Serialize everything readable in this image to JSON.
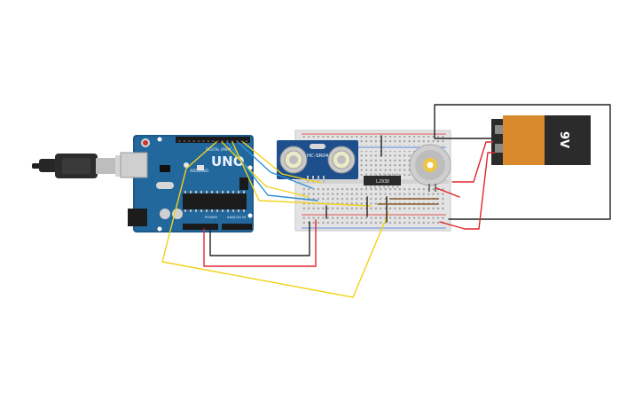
{
  "canvas": {
    "background": "#ffffff"
  },
  "arduino": {
    "brand_label": "ARDUINO",
    "model_label": "UNO",
    "digital_label": "DIGITAL (PWM ~)",
    "power_label": "POWER",
    "analog_label": "ANALOG IN",
    "board_color": "#1e5a8a"
  },
  "sensor": {
    "model_label": "HC-SR04",
    "color": "#1d4f8c"
  },
  "driver_ic": {
    "label": "L293D"
  },
  "battery": {
    "label": "9V",
    "body_color": "#d98a2c",
    "cap_color": "#2b2b2b"
  },
  "motor": {
    "icon": "dc-motor-icon"
  },
  "wire_colors": {
    "red": "#e0262a",
    "black": "#222222",
    "yellow": "#f2d21b",
    "blue": "#2f8fd8",
    "brown": "#8a5a2b"
  }
}
